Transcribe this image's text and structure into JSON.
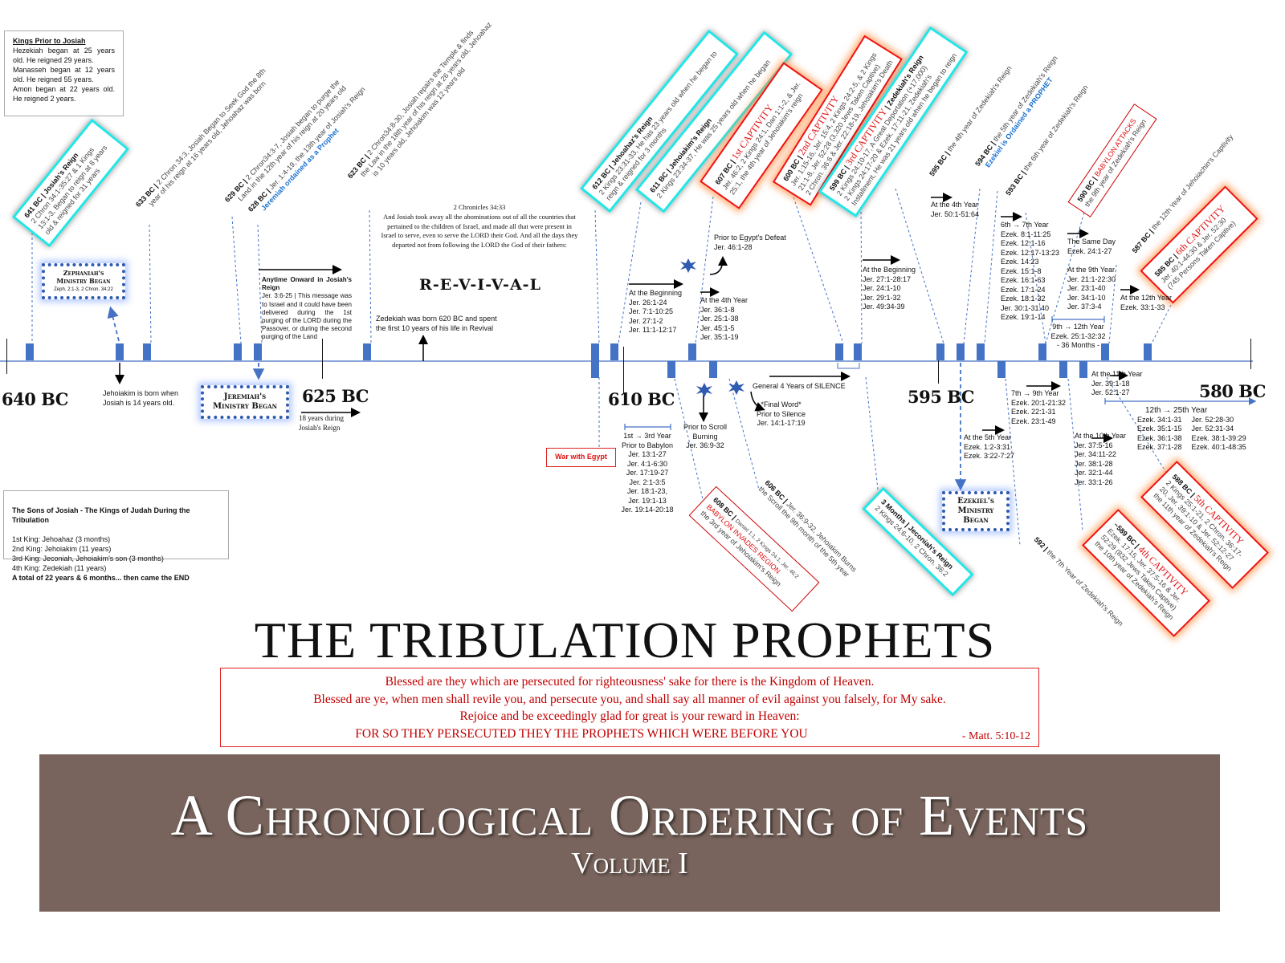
{
  "kings_prior": {
    "title": "Kings Prior to Josiah",
    "text": "Hezekiah began at 25 years old. He reigned 29 years.\nManasseh began at 12 years old. He reigned 55 years.\nAmon began at 22 years old. He reigned 2 years."
  },
  "sons": {
    "title": "The Sons of Josiah - The Kings of Judah During the Tribulation",
    "lines": [
      "1st King: Jehoahaz (3 months)",
      "2nd King: Jehoiakim (11 years)",
      "3rd King: Jeconiah, Jehoiakim's son (3 months)",
      "4th King: Zedekiah (11 years)",
      "A total of 22 years & 6 months... then came the END"
    ]
  },
  "years": [
    "640 BC",
    "625 BC",
    "610 BC",
    "595 BC",
    "580 BC"
  ],
  "boxes": {
    "josiah": {
      "label": "641 BC | Josiah's Reign",
      "l1": "2 Chron 34:1-35:27 & 1 Kings",
      "l2": "13:1-3, Began to reign at 8 years",
      "l3": "old & reigned for 31 years"
    },
    "jehoahaz": {
      "label": "612 BC | Jehoahaz's Reign",
      "l1": "2 Kings 23:31-33, He has 23 years old when he began to",
      "l2": "reign & reigned for 3 months"
    },
    "jehoiakim": {
      "label": "611 BC | Jehoiakim's Reign",
      "l1": "2 Kings 23:34-37, He was 25 years old when he began"
    },
    "cap1": {
      "label": "607 BC | ",
      "cap": "1st CAPTIVITY",
      "l1": "Jer. 46:2, 2 Kings 24:1, Dan 1:1-2, & Jer.",
      "l2": "25:1, the 4th year of Jehoiakim's reign"
    },
    "cap2": {
      "label": "600 BC | ",
      "cap": "2nd CAPTIVITY",
      "l1": "Jer. 1:15-16, Jer. 15:4, 2 Kings 24:2-5, & 2 Kings",
      "l2": "21:1-8, Jer. 52:28 (3,320 Jews Taken Captive)",
      "l3": "2 Chron. 36:6 & Jer. 22:18-19, Jehoiakim's Death"
    },
    "cap3": {
      "label": "599 BC | ",
      "cap": "3rd CAPTIVITY",
      "label2": " | Zedekiah's Reign",
      "l1": "2 Kings 24:10-17, A Great Deportation (+17,000)",
      "l2": "2 Kings 24:17-20 & Ezek. 17:11-21, Zedekiah's",
      "l3": "Installment, He was 21 years old when he began to reign"
    },
    "attack": {
      "label": "590 BC | ",
      "cap": "BABYLON ATTACKS",
      "l1": "the 9th year of Zedekiah's Reign"
    },
    "cap6": {
      "label": "585 BC | ",
      "cap": "6th CAPTIVITY",
      "l1": "Jer. 40:1-44:30 & Jer. 52:30",
      "l2": "(745 Persons Taken Captive)"
    },
    "invade": {
      "label": "608 BC | ",
      "ref": "Daniel 1:1, 2 Kings 24:1, Jer. 46:2",
      "cap": "BABYLON INVADES REGION",
      "l1": "the 3rd year of Jehoiakim's Reign"
    },
    "jeconiah": {
      "label": "3 Months | Jeconiah's Reign",
      "l1": "2 Kings 24:6-10, 2 Chron. 36:2"
    },
    "cap4": {
      "label": "~589 BC | ",
      "cap": "4th CAPTIVITY",
      "l1": "Ezek. 17:15, Jer. 37:5-16 & Jer.",
      "l2": "52:29 (832 Jews Taken Captive)",
      "l3": "the 10th year of Zedekiah's Reign"
    },
    "cap5": {
      "label": "588 BC | ",
      "cap": "5th CAPTIVITY",
      "l1": "2 Kings 25:1-21, 2 Chron. 36:17-",
      "l2": "20, Jer. 39:1-10 & Jer. 52:12-27",
      "l3": "the 11th year of Zedekiah's Reign"
    }
  },
  "rot": {
    "y633": {
      "label": "633 BC | ",
      "l1": "2 Chron 34:3, Josiah Began to Seek God the 8th",
      "l2": "year of his reign at 16 years old, Jehoahaz was born"
    },
    "y629": {
      "label": "629 BC | ",
      "l1": "2 Chron34:3-7, Josiah began to purge the",
      "l2": "Land in the 12th year of his reign at 20 years old"
    },
    "y628": {
      "label": "628 BC | ",
      "l1": "Jer. 1:4-19, the 13th year of Josiah's Reign",
      "l2": "Jeremiah ordained as a Prophet"
    },
    "y623": {
      "label": "623 BC | ",
      "l1": "2 Chron34:8-30, Josiah repairs the Temple & finds",
      "l2": "the Law in the 18th year of his reign at 26 years old, Jehoahaz",
      "l3": "is 10 years old, Jehoiakim was 12 years old"
    },
    "y595": {
      "label": "595 BC | ",
      "l1": "the 4th year of Zedekiah's Reign"
    },
    "y594": {
      "label": "594 BC | ",
      "l1": "the 5th year of Zedekiah's Reign",
      "l2": "Ezekiel is Ordained a PROPHET"
    },
    "y593": {
      "label": "593 BC | ",
      "l1": "the 6th year of Zedekiah's Reign"
    },
    "y587": {
      "label": "587 BC | ",
      "l1": "the 12th Year of Jehoiachin's Captivity"
    },
    "y606": {
      "label": "606 BC | ",
      "l1": "Jer. 36:9-32, Jehoiakim Burns",
      "l2": "the Scroll the 9th month of the 5th year"
    },
    "y592": {
      "label": "592 | ",
      "l1": "the 7th Year of Zedekiah's Reign"
    }
  },
  "ministry": {
    "zeph": {
      "title": "Zephaniah's\nMinistry Began",
      "ref": "Zeph. 2:1-3, 2 Chron. 34:22"
    },
    "jer": {
      "title": "Jeremiah's\nMinistry Began"
    },
    "ezek": {
      "title": "Ezekiel's\nMinistry\nBegan"
    }
  },
  "war_egypt": "War with Egypt",
  "chron_quote": {
    "ref": "2 Chronicles 34:33",
    "text": "And Josiah took away all the abominations out of all the countries that pertained to the children of Israel, and made all that were present in Israel to serve, even to serve the LORD their God. And all the days they departed not from following the LORD the God of their fathers:",
    "revival": "R-E-V-I-V-A-L"
  },
  "notes": {
    "anytime": {
      "head": "Anytime Onward in Josiah's Reign",
      "body": "Jer. 3:6-25 | This message was to Israel and it could have been delivered during the 1st purging of the LORD during the Passover, or during the second purging of the Land"
    },
    "zedekiah_born": "Zedekiah was born 620 BC and spent\nthe first 10 years of his life in Revival",
    "jehoiakim_born": "Jehoiakim is born when\nJosiah is 14 years old.",
    "eighteen": "18 years during\nJosiah's Reign",
    "beginning1": {
      "head": "At the Beginning",
      "body": "Jer. 26:1-24\nJer. 7:1-10:25\nJer. 27:1-2\nJer. 11:1-12:17"
    },
    "egypt_defeat": {
      "head": "Prior to Egypt's Defeat",
      "body": "Jer. 46:1-28"
    },
    "fourth1": {
      "head": "At the 4th Year",
      "body": "Jer. 36:1-8\nJer. 25:1-38\nJer. 45:1-5\nJer. 35:1-19"
    },
    "beginning2": {
      "head": "At the Beginning",
      "body": "Jer. 27:1-28:17\nJer. 24:1-10\nJer. 29:1-32\nJer. 49:34-39"
    },
    "fourth2": {
      "head": "At the 4th Year",
      "body": "Jer. 50:1-51:64"
    },
    "sixth": {
      "head": "6th → 7th Year",
      "body": "Ezek. 8:1-11:25\nEzek. 12:1-16\nEzek. 12:17-13:23\nEzek. 14:23\nEzek. 15:1-8\nEzek. 16:1-63\nEzek. 17:1-24\nEzek. 18:1-32\nJer. 30:1-31:40\nEzek. 19:1-14"
    },
    "sameday": {
      "head": "The Same Day",
      "body": "Ezek. 24:1-27"
    },
    "ninth": {
      "head": "At the 9th Year",
      "body": "Jer. 21:1-22:30\nJer. 23:1-40\nJer. 34:1-10\nJer. 37:3-4"
    },
    "ninth12": {
      "head": "9th → 12th Year",
      "body": "Ezek. 25:1-32:32\n- 36 Months -"
    },
    "twelfth": {
      "head": "At the 12th Year",
      "body": "Ezek. 33:1-33"
    },
    "first3": {
      "head": "1st → 3rd Year\nPrior to Babylon",
      "body": "Jer. 13:1-27\nJer. 4:1-6:30\nJer. 17:19-27\nJer. 2:1-3:5\nJer. 18:1-23,\nJer. 19:1-13\nJer. 19:14-20:18"
    },
    "scroll": {
      "head": "Prior to Scroll\nBurning",
      "body": "Jer. 36:9-32"
    },
    "silence": "General 4 Years of SILENCE",
    "final": {
      "head": "*Final Word*\nPrior to Silence",
      "body": "Jer. 14:1-17:19"
    },
    "eleventh": {
      "head": "At the 11th Year",
      "body": "Jer. 39:1-18\nJer. 52:1-27"
    },
    "seventh": {
      "head": "7th → 9th Year",
      "body": "Ezek. 20:1-21:32\nEzek. 22:1-31\nEzek. 23:1-49"
    },
    "fifth": {
      "head": "At the 5th Year",
      "body": "Ezek. 1:2-3:31\nEzek. 3:22-7:27"
    },
    "tenth": {
      "head": "At the 10th Year",
      "body": "Jer. 37:5-16\nJer. 34:11-22\nJer. 38:1-28\nJer. 32:1-44\nJer. 33:1-26"
    },
    "twelve25": {
      "head": "12th → 25th Year",
      "col1": "Ezek. 34:1-31\nEzek. 35:1-15\nEzek. 36:1-38\nEzek. 37:1-28",
      "col2": "Jer. 52:28-30\nJer. 52:31-34\nEzek. 38:1-39:29\nEzek. 40:1-48:35"
    }
  },
  "title": "THE TRIBULATION PROPHETS",
  "beatitude": {
    "lines": [
      "Blessed are they which are persecuted for righteousness' sake for there is the Kingdom of Heaven.",
      "Blessed are ye, when men shall revile you, and persecute you, and shall say all manner of evil against you falsely, for My sake.",
      "Rejoice and be exceedingly glad for great is your reward in Heaven:",
      "FOR SO THEY PERSECUTED THEY THE PROPHETS WHICH WERE BEFORE YOU"
    ],
    "ref": "- Matt. 5:10-12"
  },
  "banner": {
    "title": "A Chronological Ordering of Events",
    "subtitle": "Volume I"
  },
  "colors": {
    "timeline": "#4472c4",
    "banner": "#78645c",
    "red": "#e01010",
    "cyan": "#22e6e6"
  }
}
